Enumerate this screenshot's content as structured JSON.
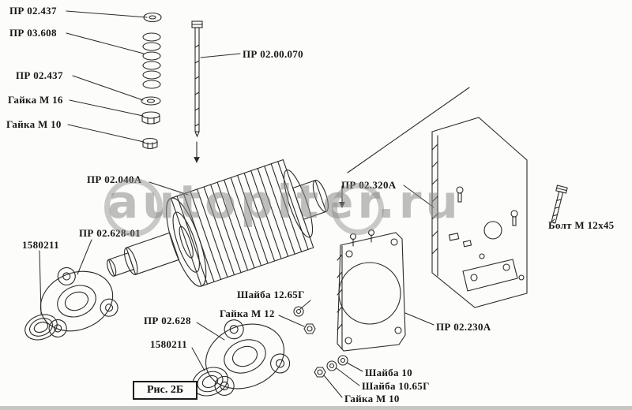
{
  "watermark": {
    "text": "autopiter.ru"
  },
  "figure": {
    "caption": "Рис. 2Б"
  },
  "labels": {
    "washer_top": "ПР 02.437",
    "spring": "ПР 03.608",
    "washer_mid": "ПР 02.437",
    "nut_m16": "Гайка М 16",
    "nut_m10_upper": "Гайка М 10",
    "tie_bolt": "ПР 02.00.070",
    "rotor": "ПР 02.040А",
    "side_plate": "ПР 02.320А",
    "bolt_m12x45": "Болт М 12х45",
    "flange_upper": "ПР 02.628-01",
    "bearing_upper": "1580211",
    "washer_1265": "Шайба 12.65Г",
    "nut_m12": "Гайка М 12",
    "flange_lower": "ПР 02.628",
    "bearing_lower": "1580211",
    "bracket": "ПР 02.230А",
    "washer_10": "Шайба 10",
    "washer_1065": "Шайба 10.65Г",
    "nut_m10_lower": "Гайка М 10"
  }
}
